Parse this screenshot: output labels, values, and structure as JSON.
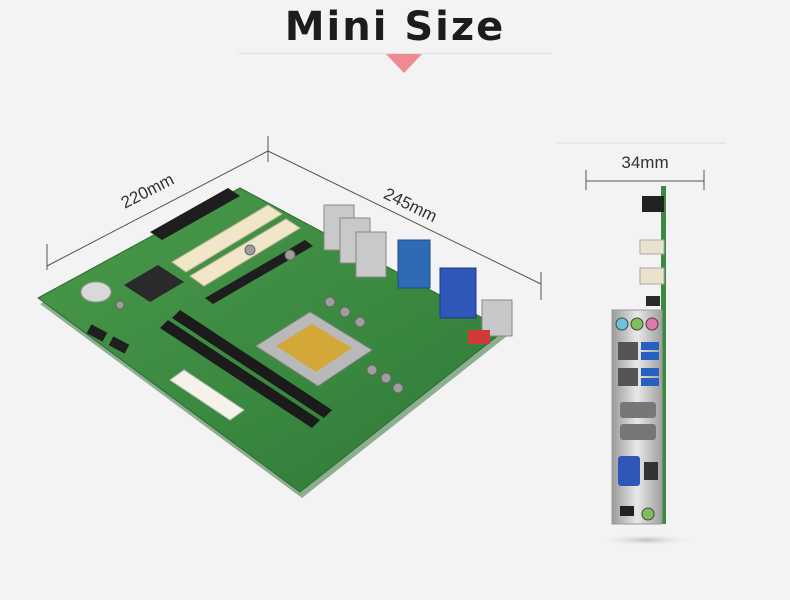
{
  "title": "Mini Size",
  "dimensions": {
    "depth_label": "220mm",
    "width_label": "245mm",
    "height_label": "34mm"
  },
  "colors": {
    "accent": "#f08a92",
    "pcb": "#3a8a3e",
    "background": "#f3f3f3"
  }
}
